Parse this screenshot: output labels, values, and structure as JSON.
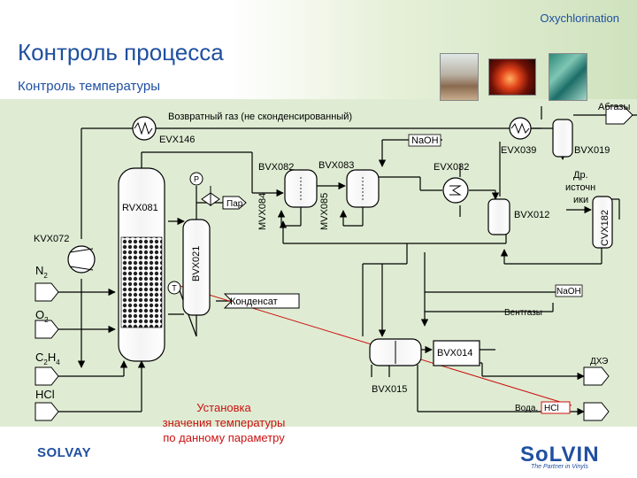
{
  "header": {
    "section": "Oxychlorination",
    "title": "Контроль процесса",
    "subtitle": "Контроль температуры"
  },
  "photos": [
    "child-on-beach-photo",
    "red-flower-photo",
    "green-glass-photo"
  ],
  "diagram": {
    "streams": {
      "return_gas": "Возвратный газ (не сконденсированный)",
      "offgas": "Абгазы",
      "naoh_top": "NaOH",
      "other_sources": [
        "Др.",
        "источн",
        "ики"
      ],
      "steam": "Пар",
      "condensate": "Конденсат",
      "naoh_right": "NaOH",
      "vent_gases": "Вентгазы",
      "dche": "ДХЭ",
      "water_hcl_prefix": "Вода,",
      "water_hcl_suffix": "HCl",
      "feed_n2": "N",
      "feed_n2_sub": "2",
      "feed_o2": "O",
      "feed_o2_sub": "2",
      "feed_c2h4_a": "C",
      "feed_c2h4_b": "2",
      "feed_c2h4_c": "H",
      "feed_c2h4_d": "4",
      "feed_hcl": "HCl"
    },
    "equipment": {
      "evx146": "EVX146",
      "kvx072": "KVX072",
      "rvx081": "RVX081",
      "bvx021": "BVX021",
      "bvx082": "BVX082",
      "mvx084": "MVX084",
      "bvx083": "BVX083",
      "mvx085": "MVX085",
      "evx032": "EVX032",
      "evx039": "EVX039",
      "bvx019": "BVX019",
      "bvx012": "BVX012",
      "cvx182": "CVX182",
      "bvx014": "BVX014",
      "bvx015": "BVX015"
    },
    "instruments": {
      "pressure": "P",
      "temperature": "T"
    },
    "annotation": [
      "Установка",
      "значения температуры",
      "по данному параметру"
    ]
  },
  "footer": {
    "brand_left": "SOLVAY",
    "brand_right": "SoLVIN",
    "brand_tagline": "The Partner in Vinyls"
  },
  "colors": {
    "title": "#1f4fa0",
    "annotation": "#cc1111",
    "diagram_background": "#dfecd3",
    "lines": "#000000"
  }
}
